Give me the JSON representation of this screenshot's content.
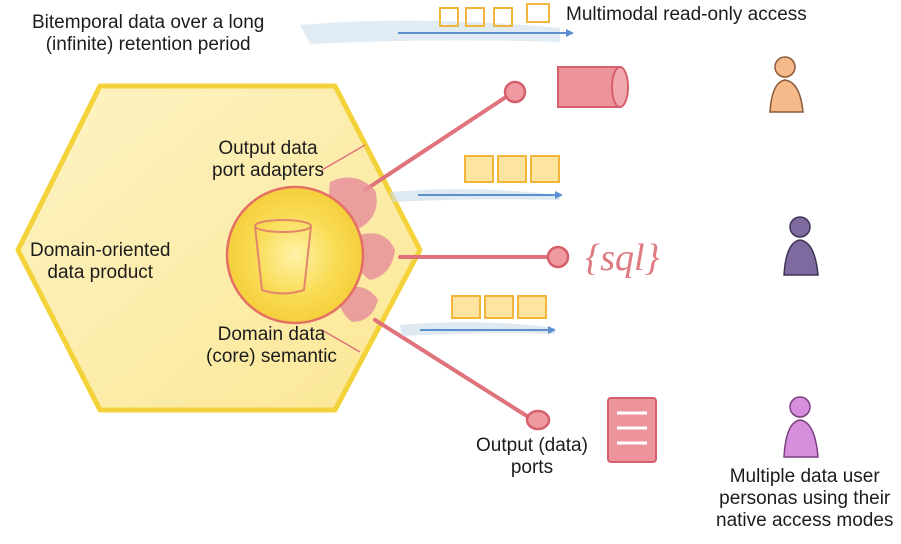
{
  "labels": {
    "bitemporal": [
      "Bitemporal data over a long",
      "(infinite) retention period"
    ],
    "multimodal": "Multimodal read-only access",
    "output_adapters": [
      "Output data",
      "port adapters"
    ],
    "data_product": [
      "Domain-oriented",
      "data product"
    ],
    "core_semantic": [
      "Domain data",
      "(core) semantic"
    ],
    "output_ports": [
      "Output (data)",
      "ports"
    ],
    "personas": [
      "Multiple data user",
      "personas using their",
      "native access modes"
    ]
  },
  "icons": {
    "sql_text": "{sql}"
  },
  "colors": {
    "hexagon_fill": "#fbe89a",
    "hexagon_stroke": "#f3d23a",
    "core_glow": "#f7d84a",
    "port": "#e27f86",
    "timeline": "#5b8fd0",
    "file_icon": "#f0b53a",
    "persona_1": "#f6b98a",
    "persona_2": "#7d6a9e",
    "persona_3": "#d58fdc"
  }
}
